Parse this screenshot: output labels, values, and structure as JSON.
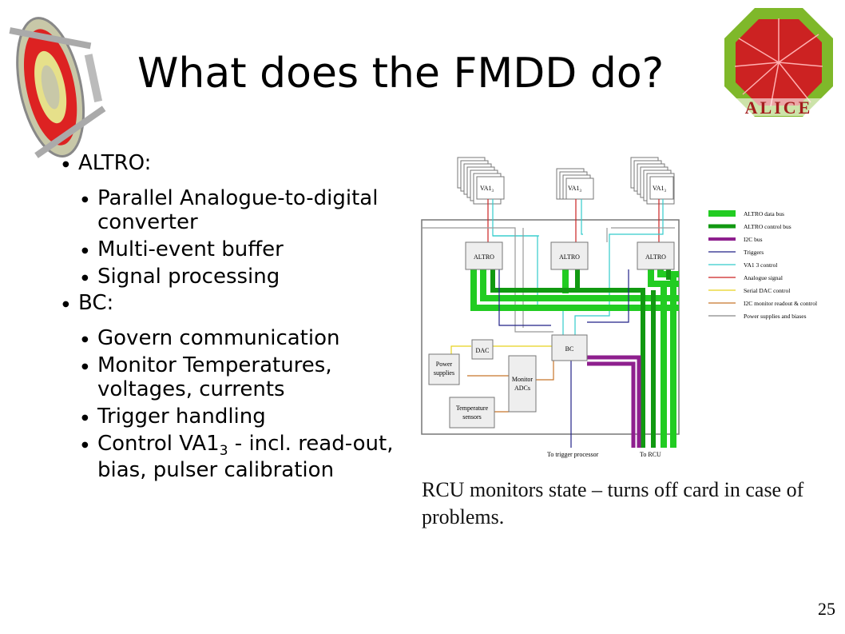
{
  "slide": {
    "title": "What does the FMDD do?",
    "page_number": "25"
  },
  "logo_right": {
    "text": "ALICE"
  },
  "bullets": {
    "altro": {
      "label": "ALTRO:",
      "items": [
        "Parallel Analogue-to-digital converter",
        "Multi-event buffer",
        "Signal processing"
      ]
    },
    "bc": {
      "label": "BC:",
      "items": [
        "Govern communication",
        "Monitor Temperatures, voltages, currents",
        "Trigger handling"
      ],
      "control": {
        "prefix": "Control VA1",
        "sub": "3",
        "suffix": " - incl. read-out, bias, pulser calibration"
      }
    }
  },
  "diagram": {
    "va_label": "VA1",
    "va_sub": "3",
    "altro_label": "ALTRO",
    "dac_label": "DAC",
    "bc_label": "BC",
    "power_label_1": "Power",
    "power_label_2": "supplies",
    "monitor_label_1": "Monitor",
    "monitor_label_2": "ADCs",
    "temp_label_1": "Temperature",
    "temp_label_2": "sensors",
    "to_trigger": "To trigger processor",
    "to_rcu": "To RCU",
    "legend": [
      {
        "label": "ALTRO data bus",
        "color": "#22cc22"
      },
      {
        "label": "ALTRO control bus",
        "color": "#119911"
      },
      {
        "label": "I2C bus",
        "color": "#8e1f8e"
      },
      {
        "label": "Triggers",
        "color": "#222288"
      },
      {
        "label": "VA1 3 control",
        "color": "#33cccc"
      },
      {
        "label": "Analogue signal",
        "color": "#cc2222"
      },
      {
        "label": "Serial DAC control",
        "color": "#e6d21e"
      },
      {
        "label": "I2C monitor readout & control",
        "color": "#c8762a"
      },
      {
        "label": "Power supplies and biases",
        "color": "#888888"
      }
    ]
  },
  "caption": "RCU monitors state – turns off card in case of problems."
}
